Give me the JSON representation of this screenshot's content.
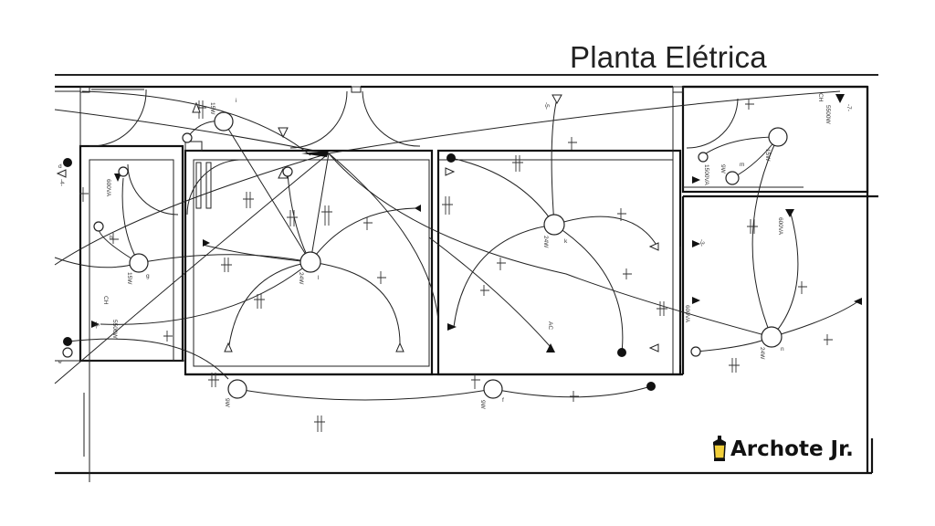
{
  "title": "Planta Elétrica",
  "brand": {
    "name": "Archote Jr.",
    "icon": "lantern-icon",
    "icon_color": "#f2cf3a"
  },
  "labels": {
    "l15w_a": "15W",
    "l24w_a": "24W",
    "l15w_b": "15W",
    "va600_a": "600VA",
    "ch_a": "CH",
    "w5500_a": "5500W",
    "l24w_b": "24W",
    "ac": "AC",
    "l9w_a": "9W",
    "l9w_b": "9W",
    "l15w_c": "15W",
    "l9w_c": "9W",
    "va1500": "1500VA",
    "w5500_b": "5500W",
    "ch_b": "CH",
    "c7": "-7-",
    "va600_b": "600VA",
    "va600_c": "600VA",
    "l24w_c": "24W",
    "c5": "-5-",
    "c3": "-3-",
    "c6": "-6-",
    "c4": "-4-",
    "i": "i",
    "l": "l",
    "g": "g",
    "h": "h",
    "k": "k",
    "n": "n",
    "m": "m",
    "f": "f",
    "e": "e",
    "d": "d"
  }
}
